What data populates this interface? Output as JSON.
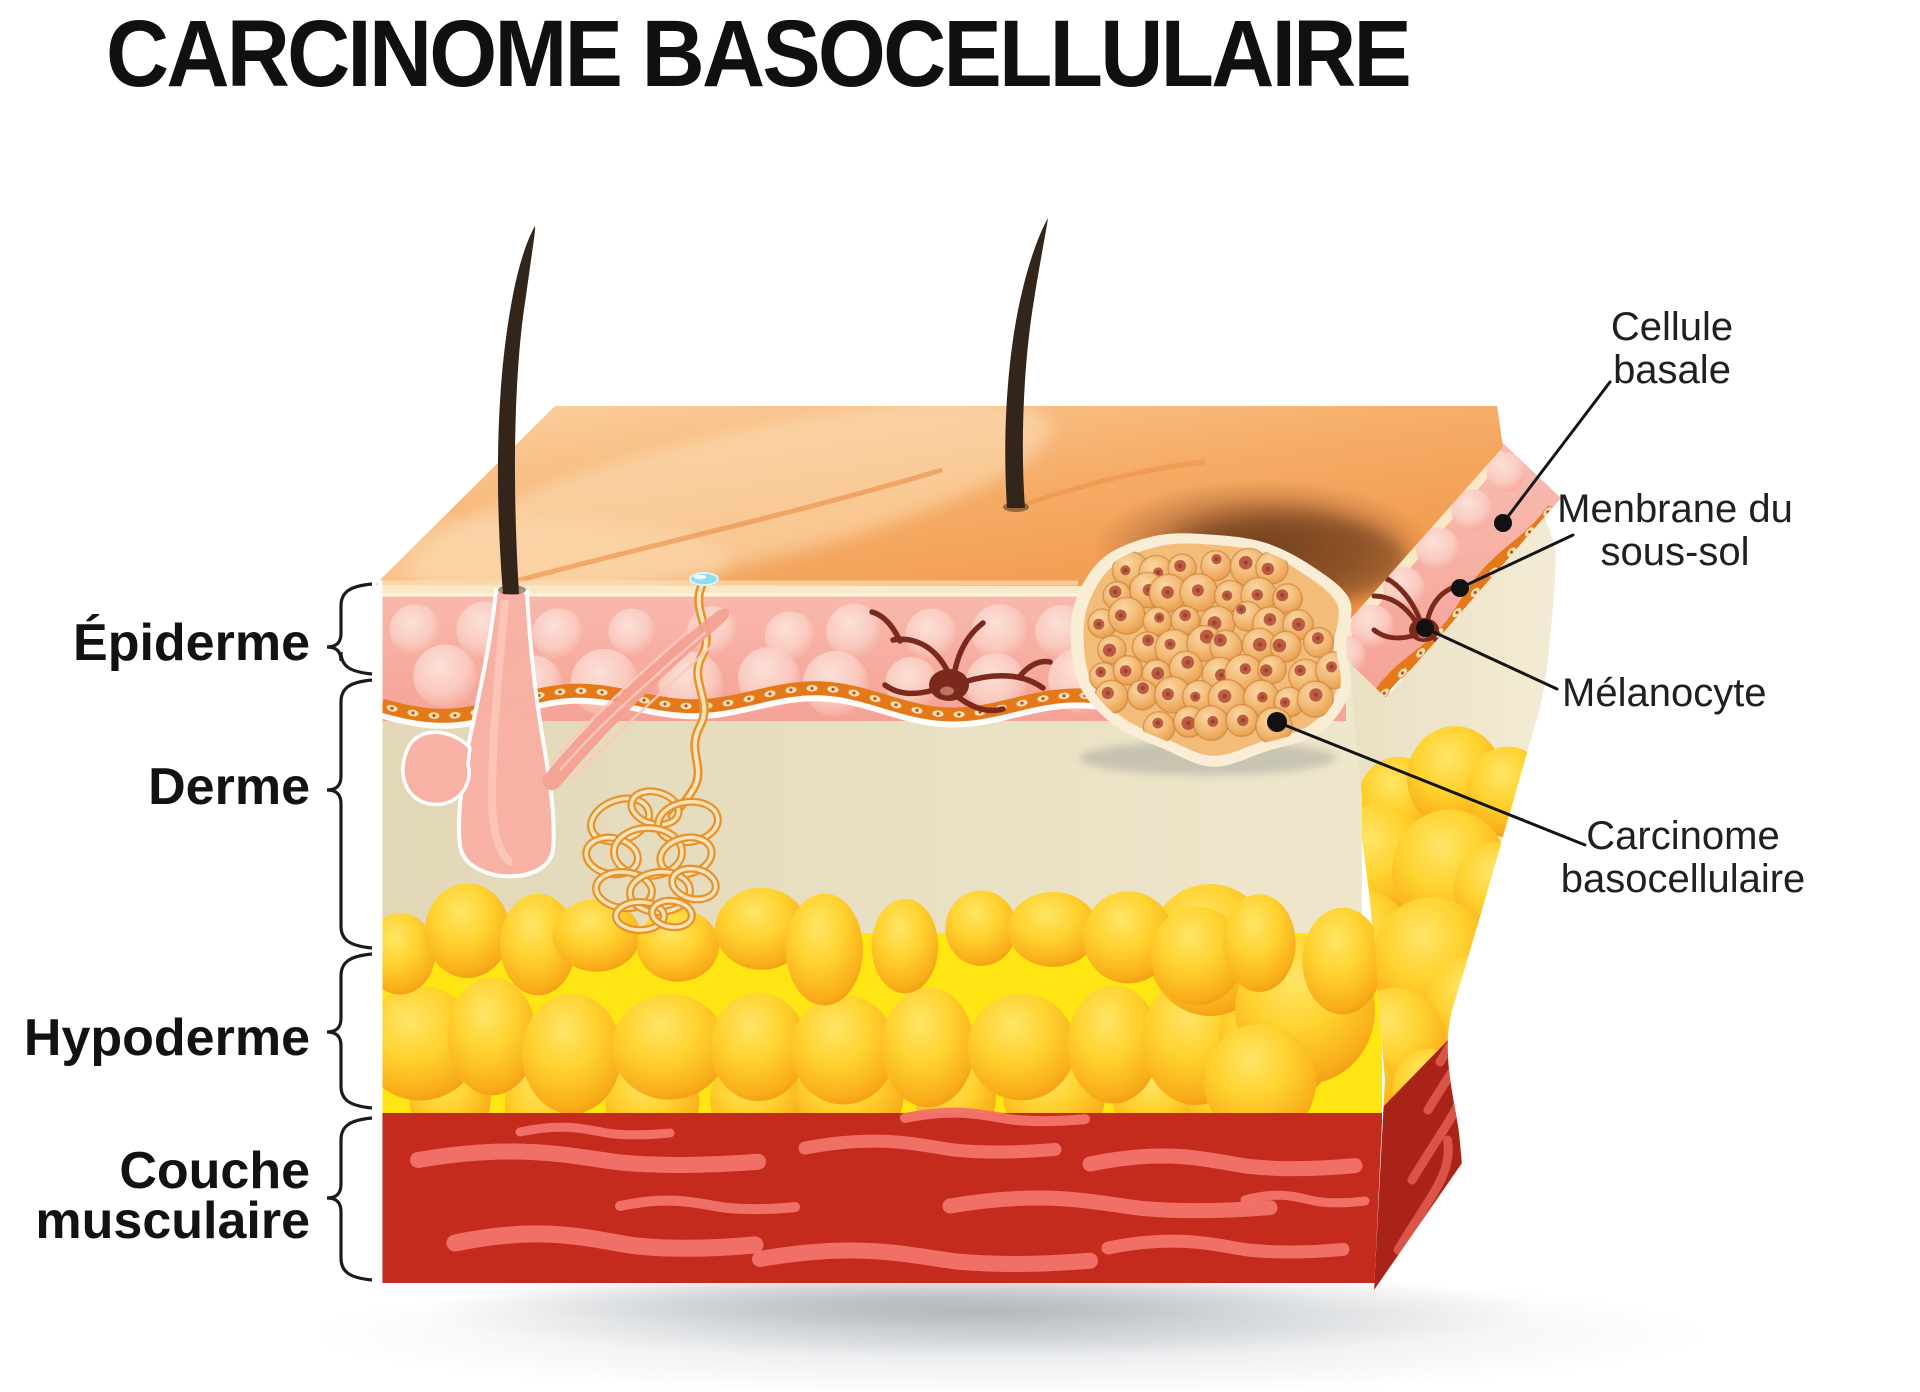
{
  "title": "CARCINOME BASOCELLULAIRE",
  "layers": {
    "epidermis": {
      "label": "Épiderme"
    },
    "dermis": {
      "label": "Derme"
    },
    "hypodermis": {
      "label": "Hypoderme"
    },
    "muscle": {
      "label": "Couche musculaire"
    }
  },
  "annotations": {
    "basal_cell": {
      "label": "Cellule basale"
    },
    "basement_membrane": {
      "label": "Menbrane du sous-sol"
    },
    "melanocyte": {
      "label": "Mélanocyte"
    },
    "carcinoma": {
      "label": "Carcinome basocellulaire"
    }
  },
  "colors": {
    "top_surface": "#F4A95F",
    "epidermis": "#F7AEA3",
    "dermis": "#E8DEC0",
    "dermis_side": "#EFE6C8",
    "hypodermis": "#FFE512",
    "fat_ball": "#FFC92B",
    "muscle": "#C52B1C",
    "muscle_side": "#AA2318",
    "muscle_fiber": "#F2736A",
    "membrane": "#E5791A",
    "membrane_cell": "#FBE2AC",
    "carcinoma": "#F3BC79",
    "carcinoma_nucleus": "#B5503B",
    "melanocyte_cell": "#7B291D",
    "hair": "#34251B",
    "leader_line": "#151515",
    "text": "#111111"
  }
}
